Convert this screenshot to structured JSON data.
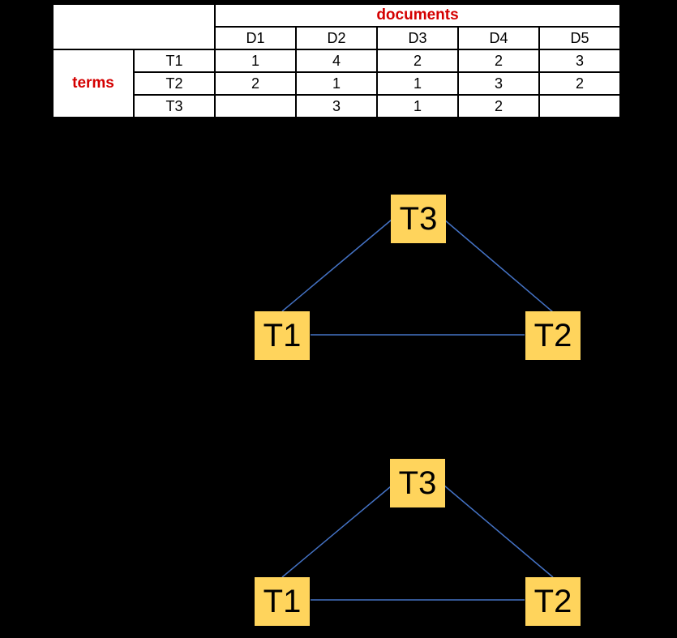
{
  "page": {
    "background_color": "#000000"
  },
  "matrix": {
    "col_group_label": "documents",
    "row_group_label": "terms",
    "doc_headers": [
      "D1",
      "D2",
      "D3",
      "D4",
      "D5"
    ],
    "term_rows": [
      {
        "term": "T1",
        "values": [
          "1",
          "4",
          "2",
          "2",
          "3"
        ]
      },
      {
        "term": "T2",
        "values": [
          "2",
          "1",
          "1",
          "3",
          "2"
        ]
      },
      {
        "term": "T3",
        "values": [
          "",
          "3",
          "1",
          "2",
          ""
        ]
      }
    ],
    "header_text_color": "#d40000",
    "cell_background": "#ffffff",
    "border_color": "#000000"
  },
  "graphs": [
    {
      "id": "term-graph-top",
      "nodes": [
        {
          "label": "T3"
        },
        {
          "label": "T1"
        },
        {
          "label": "T2"
        }
      ],
      "edges": [
        "T1-T3",
        "T3-T2",
        "T1-T2"
      ]
    },
    {
      "id": "term-graph-bottom",
      "nodes": [
        {
          "label": "T3"
        },
        {
          "label": "T1"
        },
        {
          "label": "T2"
        }
      ],
      "edges": [
        "T1-T3",
        "T3-T2",
        "T1-T2"
      ]
    }
  ],
  "colors": {
    "node_fill": "#ffd45c",
    "node_text": "#000000",
    "edge_blue": "#4472c4"
  }
}
